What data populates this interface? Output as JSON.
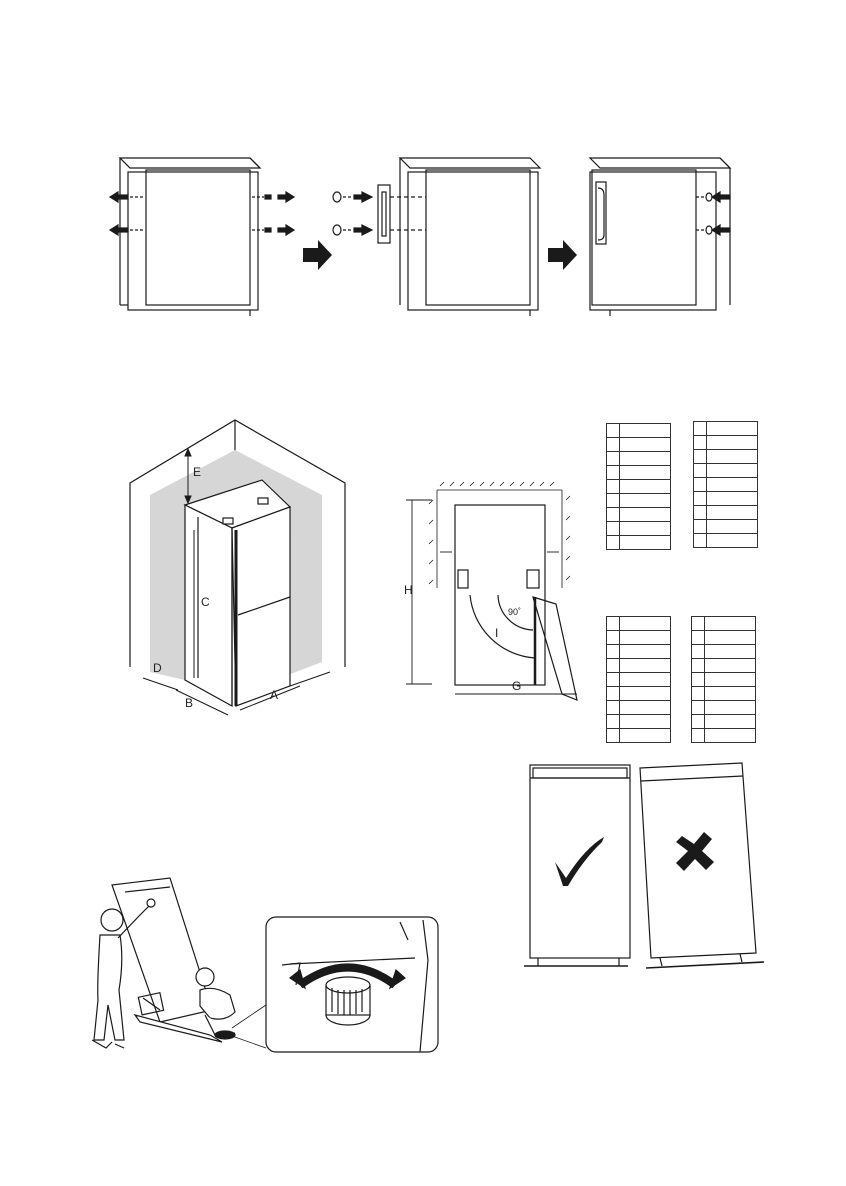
{
  "dimension_labels": {
    "A": "A",
    "B": "B",
    "C": "C",
    "D": "D",
    "E": "E",
    "G": "G",
    "H": "H",
    "I": "I",
    "angle": "90˚"
  },
  "spec_tables": {
    "top_left_rows": 9,
    "top_right_rows": 9,
    "bottom_left_rows": 9,
    "bottom_right_rows": 9
  },
  "icons": {
    "correct": "check-mark-icon",
    "incorrect": "cross-mark-icon",
    "step_arrow": "right-arrow-icon"
  },
  "colors": {
    "line": "#1a1a1a",
    "clearance_zone": "#d6d6d6"
  }
}
